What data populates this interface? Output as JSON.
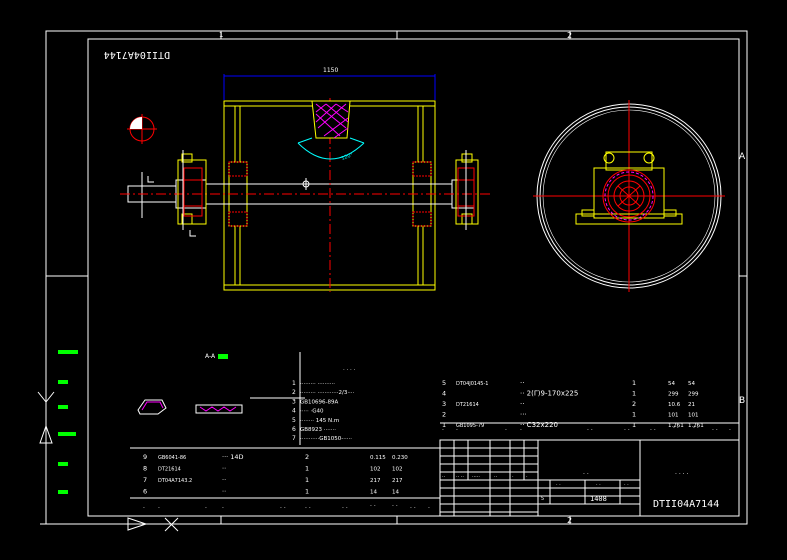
{
  "drawing": {
    "code": "DTII04A7144",
    "code_mirrored": "DTII04A7144",
    "dimension_length": "1150",
    "section_label": "A-A",
    "grid_top_1": "1",
    "grid_top_2": "2",
    "grid_bottom_2": "2",
    "grid_right_a": "A",
    "grid_right_b": "B",
    "scale_label": "1408"
  },
  "tech_notes": [
    {
      "n": "1",
      "text": "········· ··········"
    },
    {
      "n": "2",
      "text": "········· ············2/3····"
    },
    {
      "n": "3",
      "text": "GB10696-89A"
    },
    {
      "n": "4",
      "text": "····· ·G40"
    },
    {
      "n": "5",
      "text": "········ 145  N.m"
    },
    {
      "n": "6",
      "text": "GB8923 ·······"
    },
    {
      "n": "7",
      "text": "···········GB1050-·····"
    }
  ],
  "bom_upper": [
    {
      "no": "5",
      "code": "DT04J0145-1",
      "name": "··",
      "qty": "1",
      "w1": "54",
      "w2": "54"
    },
    {
      "no": "4",
      "code": "",
      "name": "··  2(Γ)9-170x225",
      "qty": "1",
      "w1": "299",
      "w2": "299"
    },
    {
      "no": "3",
      "code": "DT21614",
      "name": "··",
      "qty": "2",
      "w1": "10.6",
      "w2": "21"
    },
    {
      "no": "2",
      "code": "",
      "name": "···",
      "qty": "1",
      "w1": "101",
      "w2": "101"
    },
    {
      "no": "1",
      "code": "GB1095-79",
      "name": "·· C32x220",
      "qty": "1",
      "w1": "1.261",
      "w2": "1.261"
    }
  ],
  "bom_lower": [
    {
      "no": "9",
      "code": "GB6041-86",
      "name": "··· 14D",
      "qty": "2",
      "w1": "0.115",
      "w2": "0.230"
    },
    {
      "no": "8",
      "code": "DT21614",
      "name": "··",
      "qty": "1",
      "w1": "102",
      "w2": "102"
    },
    {
      "no": "7",
      "code": "DT04A7143.2",
      "name": "··",
      "qty": "1",
      "w1": "217",
      "w2": "217"
    },
    {
      "no": "6",
      "code": "",
      "name": "··",
      "qty": "1",
      "w1": "14",
      "w2": "14"
    }
  ],
  "colors": {
    "bg": "#000000",
    "white": "#ffffff",
    "yellow": "#ffff00",
    "red": "#ff0000",
    "green": "#00ff00",
    "cyan": "#00ffff",
    "blue": "#0000ff",
    "magenta": "#ff00ff"
  }
}
